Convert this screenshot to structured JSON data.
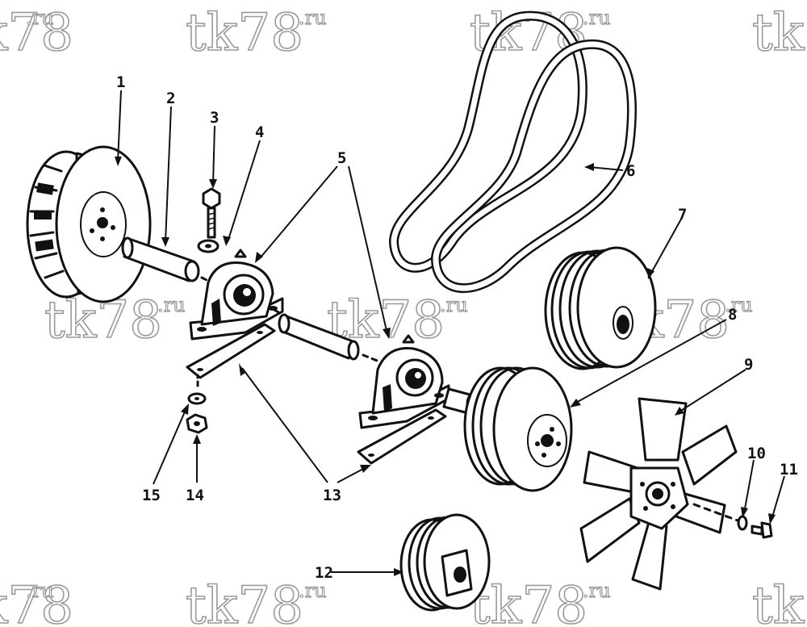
{
  "watermark": {
    "main": "tk78",
    "suffix": ".ru"
  },
  "callouts": {
    "c1": "1",
    "c2": "2",
    "c3": "3",
    "c4": "4",
    "c5": "5",
    "c6": "6",
    "c7": "7",
    "c8": "8",
    "c9": "9",
    "c10": "10",
    "c11": "11",
    "c12": "12",
    "c13": "13",
    "c14": "14",
    "c15": "15"
  },
  "colors": {
    "ink": "#111111",
    "watermark": "#9a9a9a",
    "background": "#ffffff"
  }
}
